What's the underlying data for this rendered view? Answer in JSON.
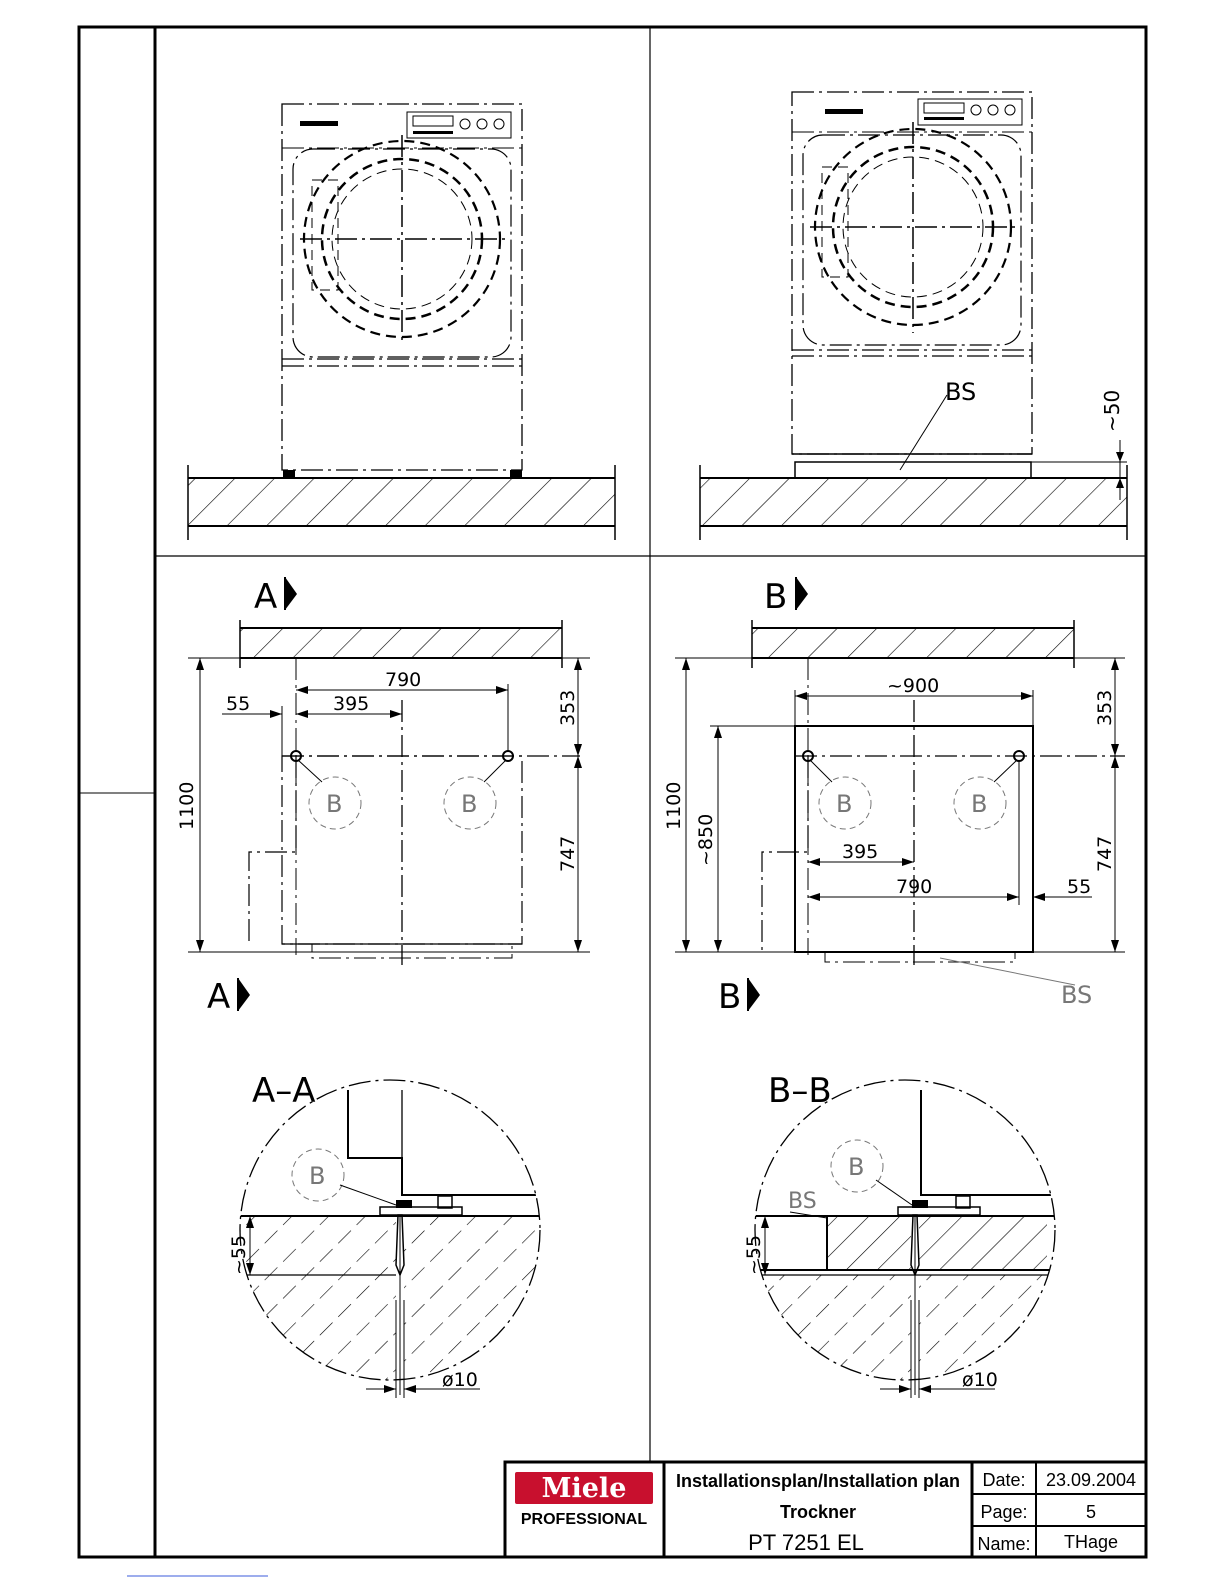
{
  "drawing": {
    "markers": {
      "bs": "BS",
      "b": "B"
    },
    "section_a": {
      "letter": "A",
      "title": "A–A"
    },
    "section_b": {
      "letter": "B",
      "title": "B–B"
    },
    "dims_front": {
      "height_50": "~50"
    },
    "plan_a": {
      "d1100": "1100",
      "d790": "790",
      "d395": "395",
      "d55": "55",
      "d353": "353",
      "d747": "747"
    },
    "plan_b": {
      "d1100": "1100",
      "d900": "~900",
      "d850": "~850",
      "d395": "395",
      "d790": "790",
      "d55": "55",
      "d353": "353",
      "d747": "747"
    },
    "detail_a": {
      "d55": "~55",
      "d10": "ø10"
    },
    "detail_b": {
      "d55": "~55",
      "d10": "ø10"
    }
  },
  "title_block": {
    "brand": "Miele",
    "brand_sub": "PROFESSIONAL",
    "title": "Installationsplan/Installation plan",
    "product_type": "Trockner",
    "model": "PT 7251 EL",
    "date_label": "Date:",
    "date_value": "23.09.2004",
    "page_label": "Page:",
    "page_value": "5",
    "name_label": "Name:",
    "name_value": "THage"
  },
  "colors": {
    "brand_red": "#c8102e",
    "line": "#000000",
    "grey": "#777777"
  }
}
